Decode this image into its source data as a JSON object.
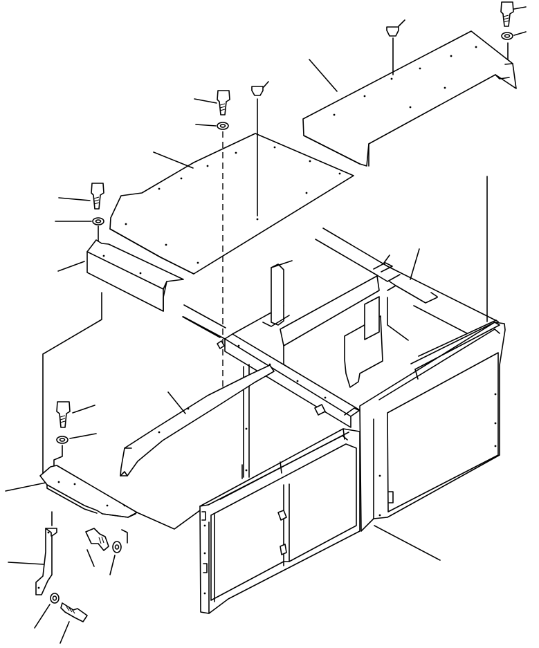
{
  "figure": {
    "kind": "exploded parts diagram",
    "line_color": "#000000",
    "background": "#ffffff",
    "parts": [
      {
        "name": "bolt-top-right",
        "icon": "bolt-icon"
      },
      {
        "name": "washer-top-right",
        "icon": "washer-icon"
      },
      {
        "name": "cap-top-right",
        "icon": "plug-cap-icon"
      },
      {
        "name": "top-right-cover",
        "icon": "cover-panel-icon"
      },
      {
        "name": "bolt-middle",
        "icon": "bolt-icon"
      },
      {
        "name": "washer-middle",
        "icon": "washer-icon"
      },
      {
        "name": "cap-middle",
        "icon": "plug-cap-icon"
      },
      {
        "name": "top-plate",
        "icon": "plate-icon"
      },
      {
        "name": "bolt-left",
        "icon": "bolt-icon"
      },
      {
        "name": "washer-left",
        "icon": "washer-icon"
      },
      {
        "name": "left-end-bracket",
        "icon": "bracket-icon"
      },
      {
        "name": "frame-assembly",
        "icon": "frame-icon"
      },
      {
        "name": "curved-stay",
        "icon": "stay-icon"
      },
      {
        "name": "bolt-lower",
        "icon": "bolt-icon"
      },
      {
        "name": "washer-lower",
        "icon": "washer-icon"
      },
      {
        "name": "bottom-plate",
        "icon": "plate-icon"
      },
      {
        "name": "mount-bracket",
        "icon": "bracket-icon"
      },
      {
        "name": "bolt-bracket",
        "icon": "bolt-icon"
      },
      {
        "name": "washer-bracket",
        "icon": "washer-icon"
      },
      {
        "name": "bolt-bottom",
        "icon": "bolt-icon"
      },
      {
        "name": "washer-bottom",
        "icon": "washer-icon"
      },
      {
        "name": "front-side-panel",
        "icon": "panel-icon"
      }
    ]
  }
}
